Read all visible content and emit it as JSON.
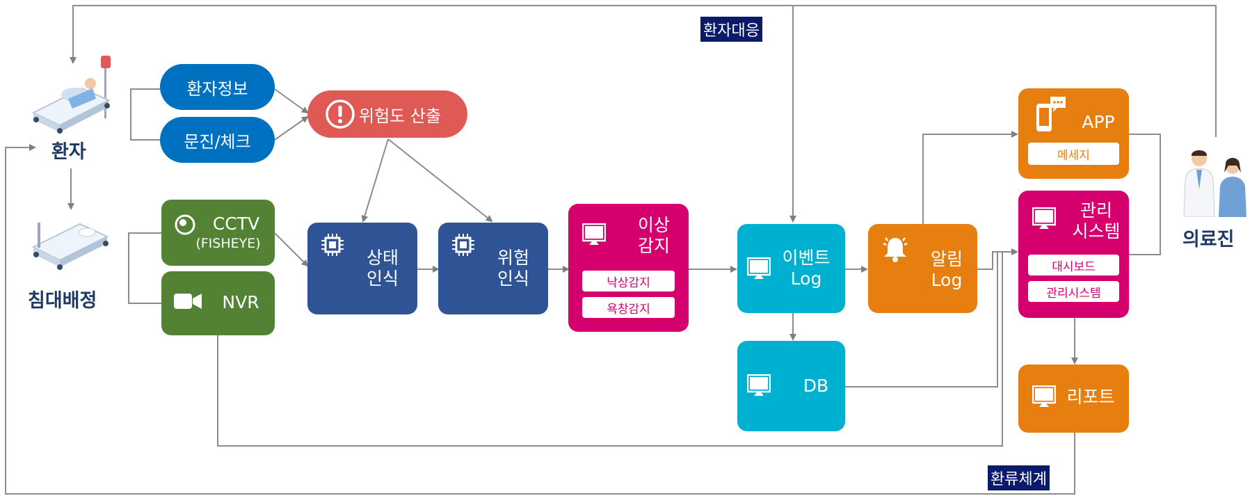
{
  "actors": {
    "patient": "환자",
    "bed_assign": "침대배정",
    "medical_staff": "의료진"
  },
  "inputs": {
    "patient_info": "환자정보",
    "interview_check": "문진/체크"
  },
  "risk": {
    "label": "위험도 산출",
    "icon": "exclamation-icon"
  },
  "cameras": {
    "cctv": "CCTV",
    "cctv_sub": "(FISHEYE)",
    "nvr": "NVR"
  },
  "processing": {
    "state_recognition": [
      "상태",
      "인식"
    ],
    "risk_recognition": [
      "위험",
      "인식"
    ]
  },
  "anomaly": {
    "title": [
      "이상",
      "감지"
    ],
    "items": [
      "낙상감지",
      "욕창감지"
    ]
  },
  "event_log": [
    "이벤트",
    "Log"
  ],
  "db": "DB",
  "alarm_log": [
    "알림",
    "Log"
  ],
  "app": {
    "title": "APP",
    "item": "메세지"
  },
  "management": {
    "title": [
      "관리",
      "시스템"
    ],
    "items": [
      "대시보드",
      "관리시스템"
    ]
  },
  "report": "리포트",
  "tags": {
    "patient_response": "환자대응",
    "feedback": "환류체계"
  },
  "colors": {
    "navy": "#2f5496",
    "green": "#548235",
    "blue": "#0070c0",
    "red": "#e05a55",
    "magenta": "#d5006e",
    "cyan": "#00b0d0",
    "orange": "#e67e10",
    "tag": "#0c1a6b",
    "line": "#7f7f7f"
  }
}
